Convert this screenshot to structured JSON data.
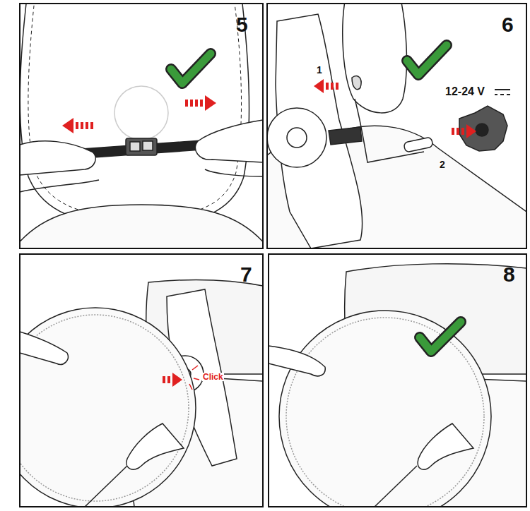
{
  "diagram": {
    "labels": [
      "5",
      "6",
      "12-24 V",
      "1",
      "2",
      "7",
      "Click",
      "8"
    ]
  }
}
